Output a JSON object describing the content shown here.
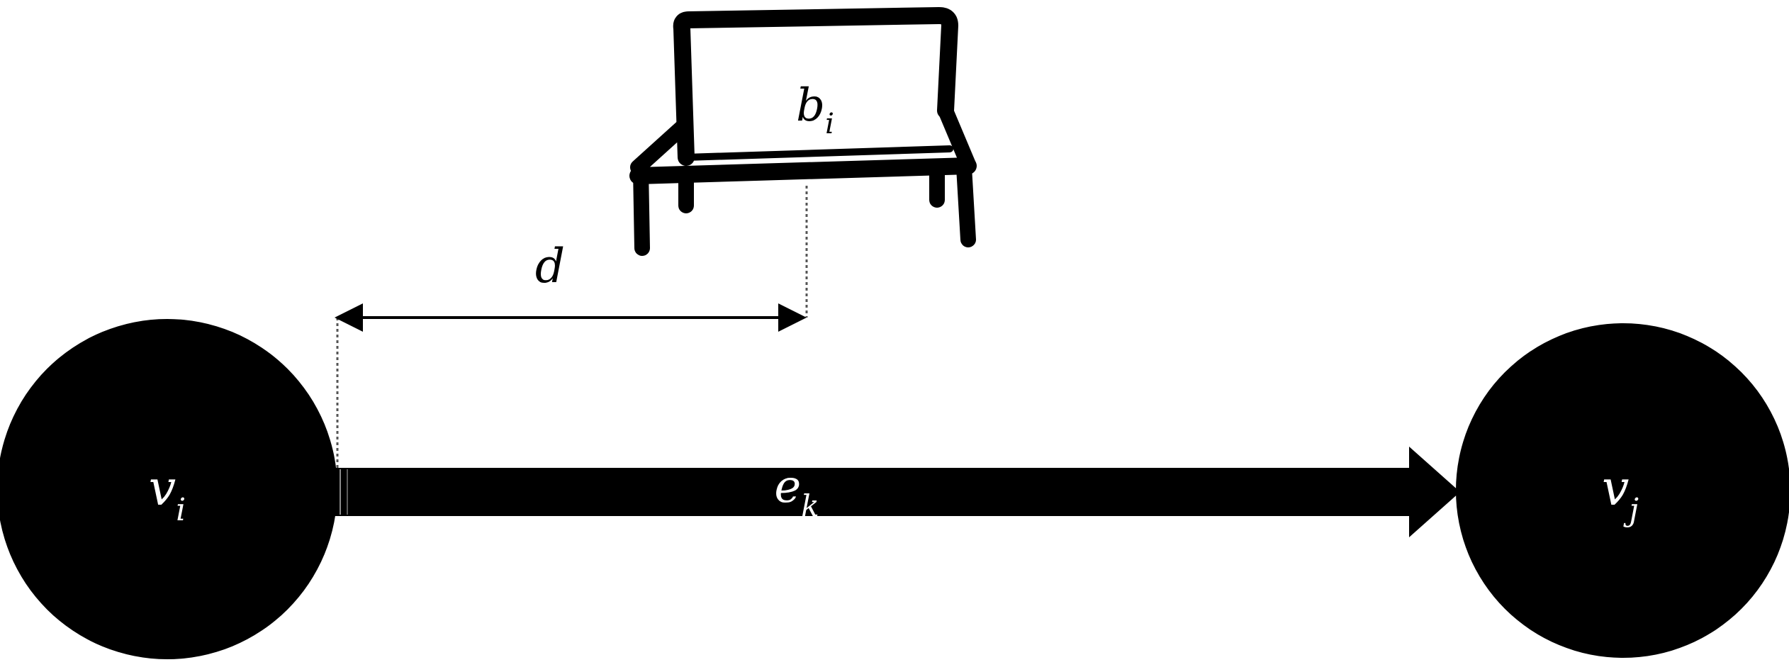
{
  "diagram": {
    "node_left": {
      "name": "v",
      "sub": "i"
    },
    "node_right": {
      "name": "v",
      "sub": "j"
    },
    "edge": {
      "name": "e",
      "sub": "k"
    },
    "bench": {
      "name": "b",
      "sub": "i"
    },
    "distance": {
      "name": "d"
    }
  },
  "colors": {
    "ink": "#000000",
    "label_on_dark": "#ffffff",
    "label_on_light": "#000000",
    "background": "#ffffff",
    "guide": "#555555"
  },
  "icons": {
    "bench": "bench-icon"
  }
}
